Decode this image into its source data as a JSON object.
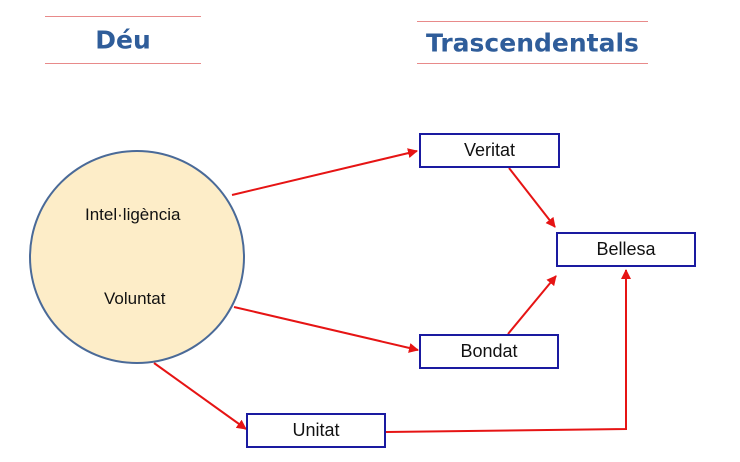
{
  "headings": {
    "left": "Déu",
    "right": "Trascendentals"
  },
  "circle": {
    "label_top": "Intel·ligència",
    "label_bottom": "Voluntat"
  },
  "boxes": {
    "veritat": "Veritat",
    "bellesa": "Bellesa",
    "bondat": "Bondat",
    "unitat": "Unitat"
  },
  "colors": {
    "arrow": "#e61414",
    "box_border": "#1a1aa0",
    "circle_fill": "#fdedc8",
    "heading": "#2f5d9a"
  }
}
